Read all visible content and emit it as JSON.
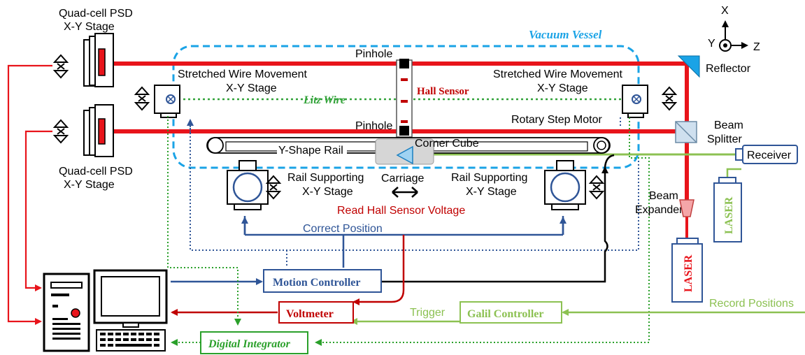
{
  "labels": {
    "quad_psd_top": "Quad-cell PSD",
    "quad_stage_top": "X-Y Stage",
    "quad_psd_bottom": "Quad-cell PSD",
    "quad_stage_bottom": "X-Y Stage",
    "vacuum_vessel": "Vacuum Vessel",
    "pinhole_top": "Pinhole",
    "pinhole_bottom": "Pinhole",
    "hall_sensor": "Hall Sensor",
    "stretched_left_1": "Stretched Wire Movement",
    "stretched_left_2": "X-Y Stage",
    "stretched_right_1": "Stretched Wire Movement",
    "stretched_right_2": "X-Y Stage",
    "litz_wire": "Litz Wire",
    "rotary_motor": "Rotary Step Motor",
    "y_shape_rail": "Y-Shape Rail",
    "corner_cube": "Corner Cube",
    "rail_support_left_1": "Rail Supporting",
    "rail_support_left_2": "X-Y Stage",
    "rail_support_right_1": "Rail Supporting",
    "rail_support_right_2": "X-Y Stage",
    "carriage": "Carriage",
    "read_hall_voltage": "Read Hall Sensor Voltage",
    "correct_position": "Correct Position",
    "motion_controller": "Motion Controller",
    "voltmeter": "Voltmeter",
    "digital_integrator": "Digital Integrator",
    "galil_controller": "Galil Controller",
    "trigger": "Trigger",
    "record_positions": "Record Positions",
    "reflector": "Reflector",
    "beam_splitter_1": "Beam",
    "beam_splitter_2": "Splitter",
    "receiver": "Receiver",
    "beam_expander_1": "Beam",
    "beam_expander_2": "Expander",
    "laser_main": "LASER",
    "laser_small": "LASER",
    "axis_x": "X",
    "axis_y": "Y",
    "axis_z": "Z"
  },
  "colors": {
    "laser_beam": "#e8141b",
    "vacuum_border": "#1aa3e6",
    "litz_wire": "#33a33a",
    "signal_blue": "#2f5597",
    "signal_red": "#c00000",
    "signal_green": "#8cc152",
    "signal_black": "#000000",
    "digital_green": "#2aa02a"
  }
}
